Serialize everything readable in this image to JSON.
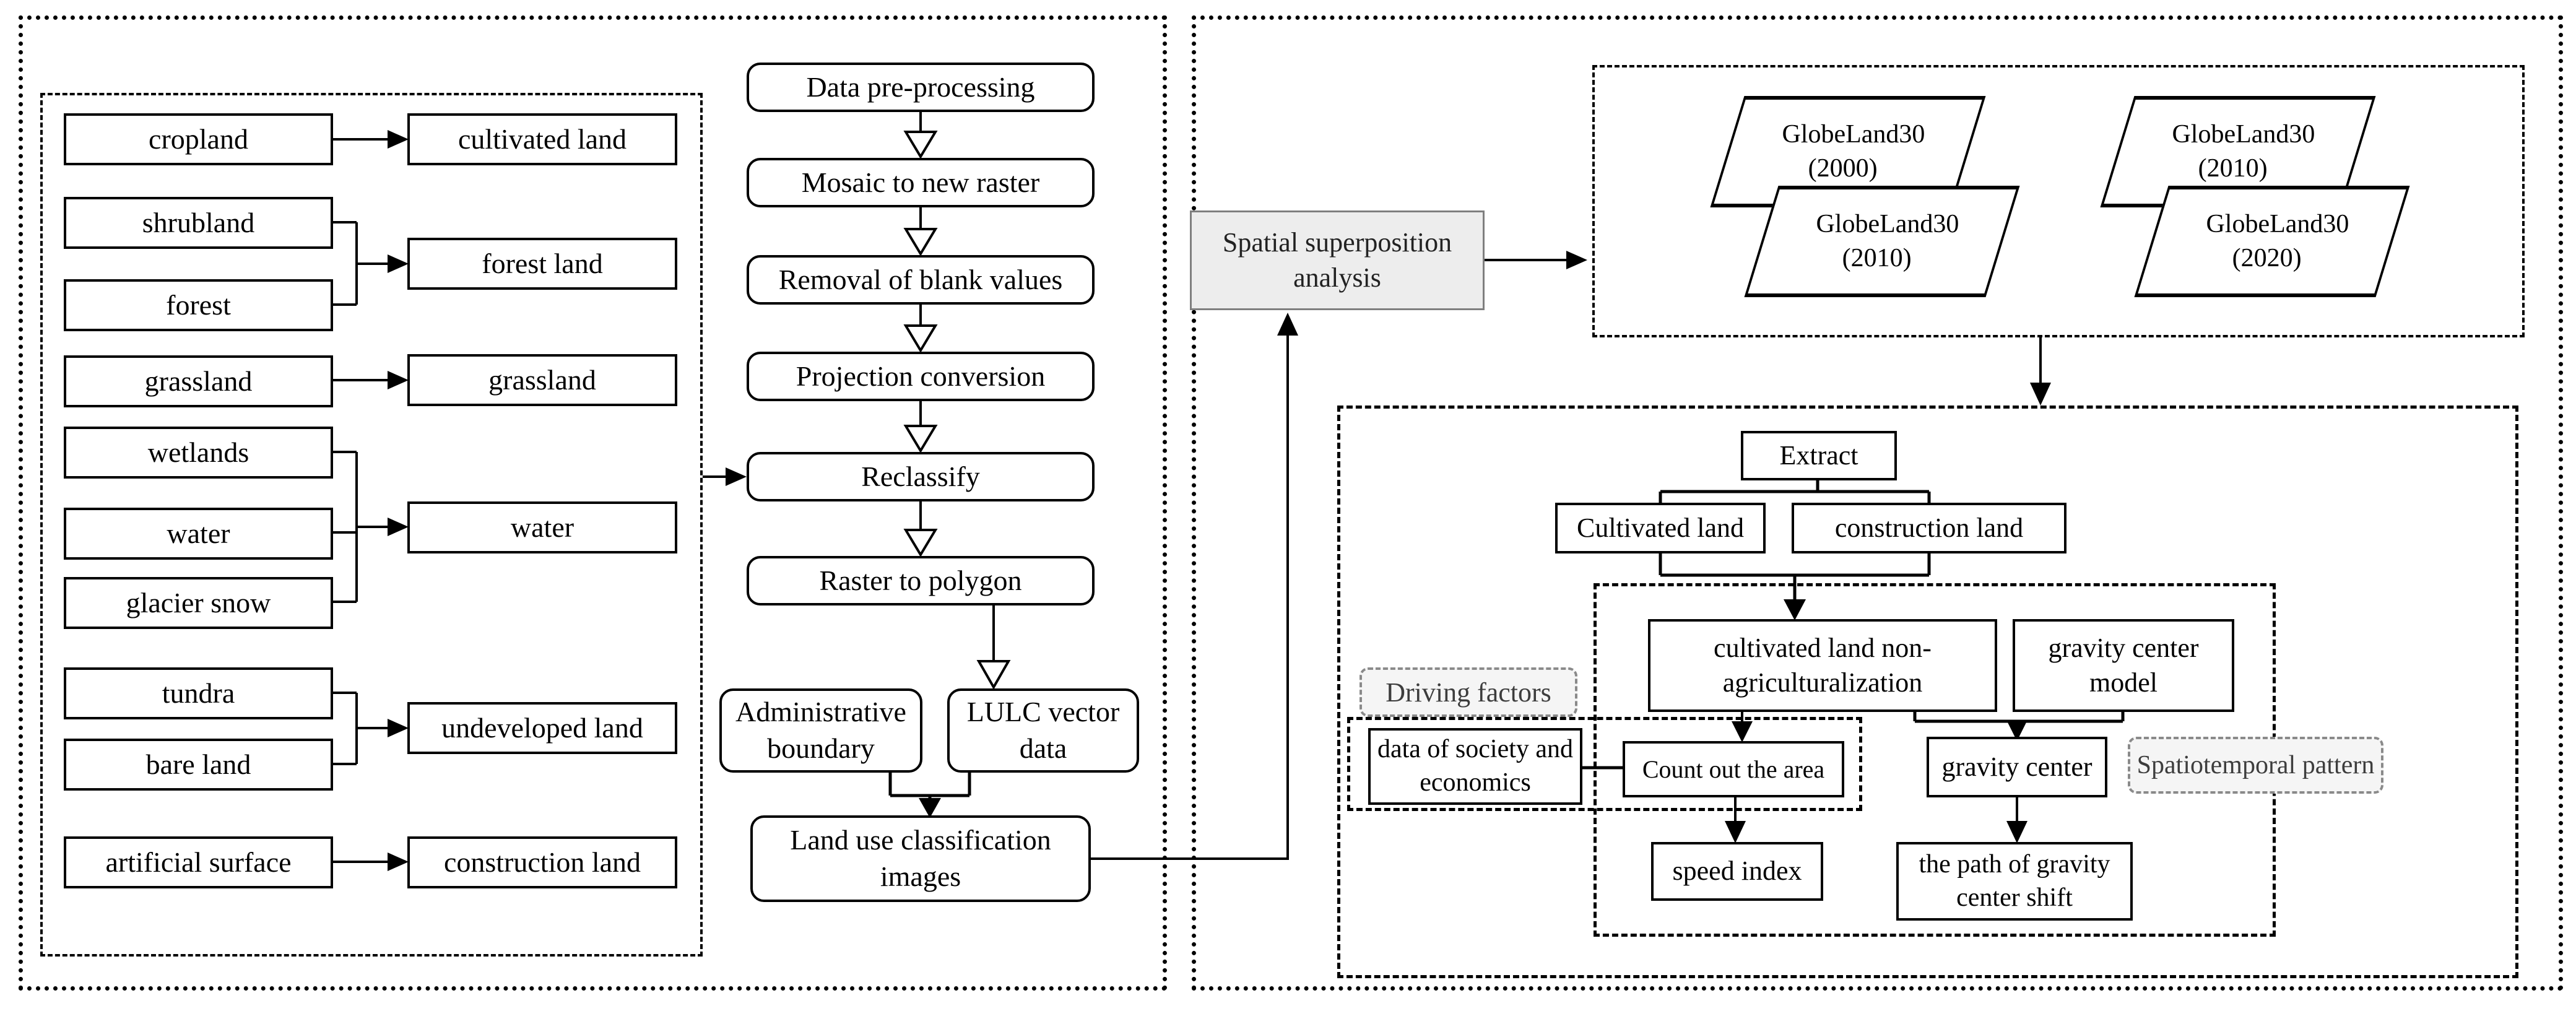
{
  "colors": {
    "ink": "#000000",
    "superposition_fill": "#ededed",
    "superposition_border": "#7f7f7f",
    "tag_fill": "#f5f5f5",
    "tag_border": "#8a8a8a",
    "tag_text": "#3d3d3d"
  },
  "left": {
    "sources": [
      "cropland",
      "shrubland",
      "forest",
      "grassland",
      "wetlands",
      "water",
      "glacier snow",
      "tundra",
      "bare land",
      "artificial surface"
    ],
    "targets": [
      "cultivated land",
      "forest land",
      "grassland",
      "water",
      "undeveloped land",
      "construction land"
    ]
  },
  "pipeline": {
    "steps": [
      "Data pre-processing",
      "Mosaic to new raster",
      "Removal of blank values",
      "Projection conversion",
      "Reclassify",
      "Raster to polygon"
    ],
    "admin_boundary": "Administrative boundary",
    "lulc_vector": "LULC vector data",
    "output": "Land use classification images"
  },
  "superposition": "Spatial superposition analysis",
  "globeland": [
    {
      "name": "GlobeLand30",
      "year": "(2000)"
    },
    {
      "name": "GlobeLand30",
      "year": "(2010)"
    },
    {
      "name": "GlobeLand30",
      "year": "(2010)"
    },
    {
      "name": "GlobeLand30",
      "year": "(2020)"
    }
  ],
  "analysis": {
    "extract": "Extract",
    "cultivated": "Cultivated land",
    "construction": "construction land",
    "non_agriculturalization": "cultivated land non-agriculturalization",
    "gravity_model": "gravity center model",
    "driving_factors": "Driving factors",
    "society_data": "data of society and economics",
    "count_area": "Count out the area",
    "speed_index": "speed index",
    "gravity_center": "gravity center",
    "gravity_path": "the path of gravity center shift",
    "spatiotemporal": "Spatiotemporal pattern"
  }
}
